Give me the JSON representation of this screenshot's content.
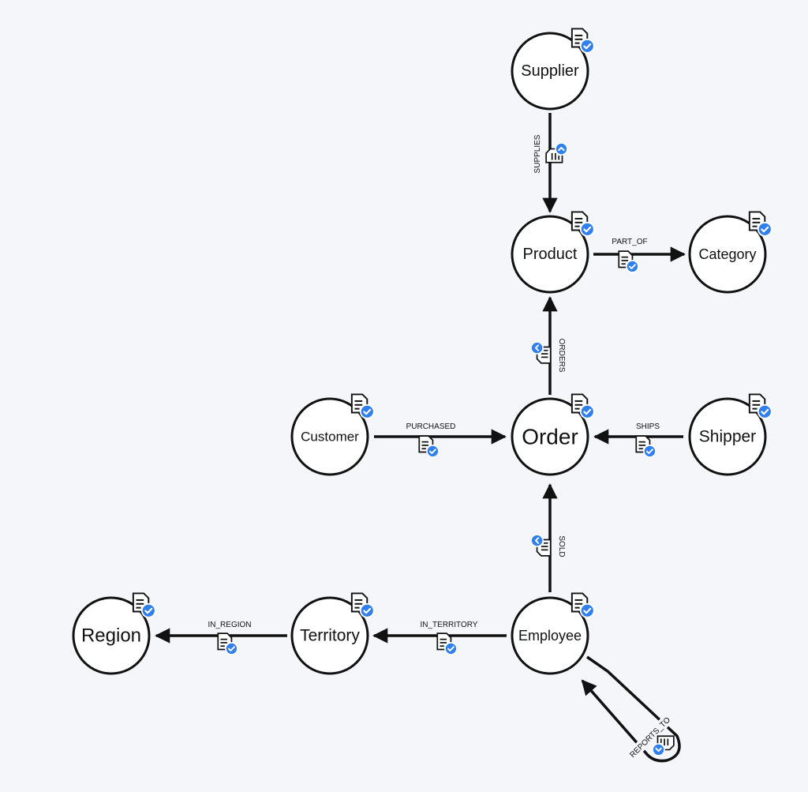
{
  "colors": {
    "background": "#f4f6fa",
    "node_fill": "#ffffff",
    "stroke": "#111111",
    "badge": "#2f80ed"
  },
  "nodes": {
    "supplier": {
      "label": "Supplier"
    },
    "product": {
      "label": "Product"
    },
    "category": {
      "label": "Category"
    },
    "customer": {
      "label": "Customer"
    },
    "order": {
      "label": "Order"
    },
    "shipper": {
      "label": "Shipper"
    },
    "region": {
      "label": "Region"
    },
    "territory": {
      "label": "Territory"
    },
    "employee": {
      "label": "Employee"
    }
  },
  "edges": {
    "supplies": {
      "label": "SUPPLIES",
      "from": "Supplier",
      "to": "Product"
    },
    "part_of": {
      "label": "PART_OF",
      "from": "Product",
      "to": "Category"
    },
    "orders": {
      "label": "ORDERS",
      "from": "Order",
      "to": "Product"
    },
    "purchased": {
      "label": "PURCHASED",
      "from": "Customer",
      "to": "Order"
    },
    "ships": {
      "label": "SHIPS",
      "from": "Shipper",
      "to": "Order"
    },
    "sold": {
      "label": "SOLD",
      "from": "Employee",
      "to": "Order"
    },
    "in_territory": {
      "label": "IN_TERRITORY",
      "from": "Employee",
      "to": "Territory"
    },
    "in_region": {
      "label": "IN_REGION",
      "from": "Territory",
      "to": "Region"
    },
    "reports_to": {
      "label": "REPORTS_TO",
      "from": "Employee",
      "to": "Employee"
    }
  },
  "icons": {
    "node_badge": "document-check-icon",
    "edge_badge": "document-check-icon"
  }
}
